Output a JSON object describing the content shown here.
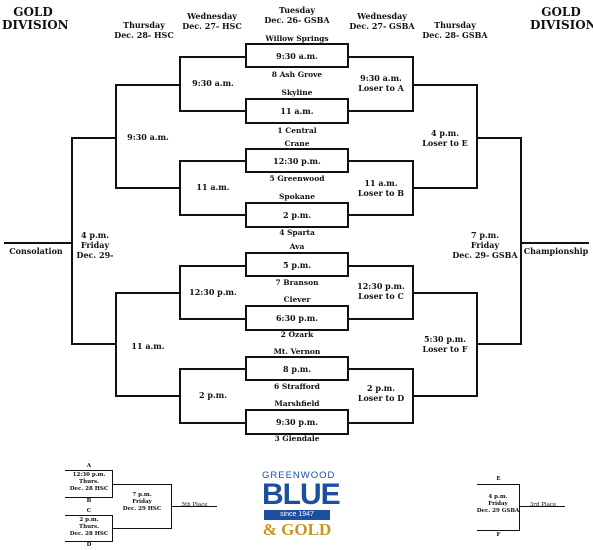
{
  "division": {
    "left_line1": "GOLD",
    "left_line2": "DIVISION",
    "right_line1": "GOLD",
    "right_line2": "DIVISION"
  },
  "headers": {
    "thu_l_1": "Thursday",
    "thu_l_2": "Dec. 28- HSC",
    "wed_l_1": "Wednesday",
    "wed_l_2": "Dec. 27- HSC",
    "tue_1": "Tuesday",
    "tue_2": "Dec. 26- GSBA",
    "wed_r_1": "Wednesday",
    "wed_r_2": "Dec. 27- GSBA",
    "thu_r_1": "Thursday",
    "thu_r_2": "Dec. 28- GSBA"
  },
  "games": [
    {
      "top": "Willow Springs",
      "time": "9:30 a.m.",
      "bottom": "8 Ash Grove"
    },
    {
      "top": "Skyline",
      "time": "11 a.m.",
      "bottom": "1 Central"
    },
    {
      "top": "Crane",
      "time": "12:30 p.m.",
      "bottom": "5 Greenwood"
    },
    {
      "top": "Spokane",
      "time": "2 p.m.",
      "bottom": "4 Sparta"
    },
    {
      "top": "Ava",
      "time": "5 p.m.",
      "bottom": "7 Branson"
    },
    {
      "top": "Clever",
      "time": "6:30 p.m.",
      "bottom": "2 Ozark"
    },
    {
      "top": "Mt. Vernon",
      "time": "8 p.m.",
      "bottom": "6 Strafford"
    },
    {
      "top": "Marshfield",
      "time": "9:30 p.m.",
      "bottom": "3 Glendale"
    }
  ],
  "left_wed": [
    "9:30 a.m.",
    "11 a.m.",
    "12:30 p.m.",
    "2 p.m."
  ],
  "left_thu": [
    "9:30 a.m.",
    "11 a.m."
  ],
  "left_fri": {
    "l1": "4 p.m.",
    "l2": "Friday",
    "l3": "Dec. 29-"
  },
  "consolation": "Consolation",
  "right_wed": [
    {
      "l1": "9:30 a.m.",
      "l2": "Loser to A"
    },
    {
      "l1": "11 a.m.",
      "l2": "Loser to B"
    },
    {
      "l1": "12:30 p.m.",
      "l2": "Loser to C"
    },
    {
      "l1": "2 p.m.",
      "l2": "Loser to D"
    }
  ],
  "right_thu": [
    {
      "l1": "4 p.m.",
      "l2": "Loser to E"
    },
    {
      "l1": "5:30 p.m.",
      "l2": "Loser to F"
    }
  ],
  "right_fri": {
    "l1": "7 p.m.",
    "l2": "Friday",
    "l3": "Dec. 29- GSBA"
  },
  "championship": "Championship",
  "fifth": {
    "a": "A",
    "a_l1": "12:30 p.m.",
    "a_l2": "Thurs.",
    "a_l3": "Dec. 28 HSC",
    "b": "B",
    "c": "C",
    "c_l1": "2 p.m.",
    "c_l2": "Thurs.",
    "c_l3": "Dec. 28 HSC",
    "d": "D",
    "final_l1": "7 p.m.",
    "final_l2": "Friday",
    "final_l3": "Dec. 29 HSC",
    "place": "5th Place"
  },
  "third": {
    "e": "E",
    "f": "F",
    "l1": "4 p.m.",
    "l2": "Friday",
    "l3": "Dec. 29 GSBA",
    "place": "3rd Place"
  },
  "logo": {
    "top": "GREENWOOD",
    "blue": "BLUE",
    "since": "since 1947",
    "gold": "& GOLD"
  },
  "colors": {
    "logo_blue": "#1d4fa0",
    "logo_gold": "#c8961e"
  }
}
